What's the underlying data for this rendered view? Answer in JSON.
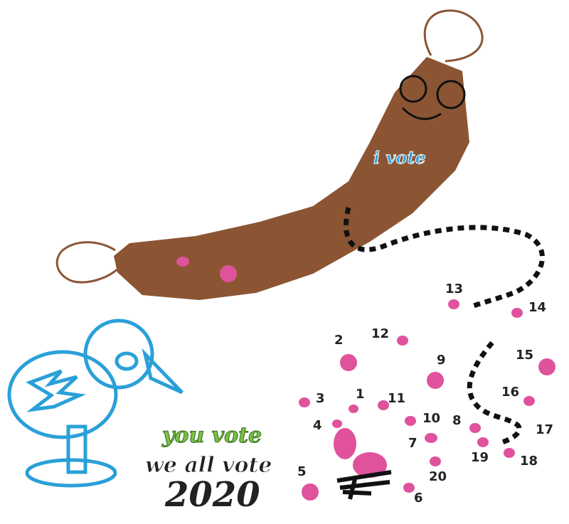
{
  "texts": {
    "sausage_label": "i vote",
    "slogan_line1": "you vote",
    "slogan_line2": "we all vote",
    "year": "2020"
  },
  "dots": [
    {
      "label": "1"
    },
    {
      "label": "2"
    },
    {
      "label": "3"
    },
    {
      "label": "4"
    },
    {
      "label": "5"
    },
    {
      "label": "6"
    },
    {
      "label": "7"
    },
    {
      "label": "8"
    },
    {
      "label": "9"
    },
    {
      "label": "10"
    },
    {
      "label": "11"
    },
    {
      "label": "12"
    },
    {
      "label": "13"
    },
    {
      "label": "14"
    },
    {
      "label": "15"
    },
    {
      "label": "16"
    },
    {
      "label": "17"
    },
    {
      "label": "18"
    },
    {
      "label": "19"
    },
    {
      "label": "20"
    }
  ],
  "colors": {
    "sausage": "#8b5533",
    "string": "#8b5533",
    "dot": "#e0529c",
    "bird": "#2aa0d8",
    "label_blue": "#2aa0dc",
    "slogan_green": "#7dc043",
    "text_dark": "#222222"
  },
  "icons": [
    "sausage-character-icon",
    "bird-stand-icon"
  ]
}
